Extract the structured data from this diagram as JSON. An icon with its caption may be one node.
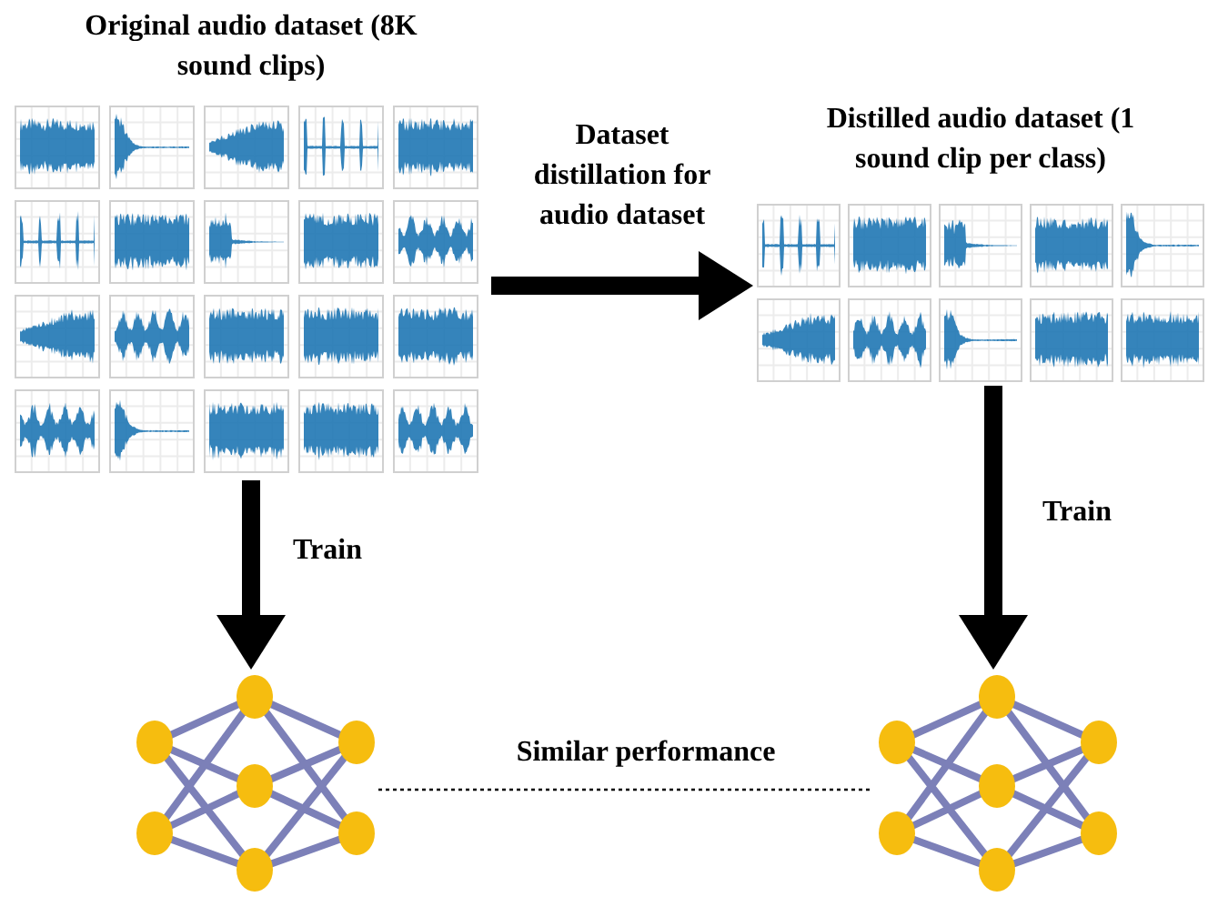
{
  "diagram": {
    "nodes": [
      {
        "text": [
          "Original audio dataset (8K sound clips)"
        ]
      },
      {
        "text": [
          "Distilled audio dataset (1 sound clip per class)"
        ]
      },
      {
        "text": [],
        "shape": "picture"
      },
      {
        "text": [],
        "shape": "picture"
      }
    ],
    "edges": [
      {
        "from": 0,
        "to": 1,
        "arrow": "to",
        "label": "Dataset distillation for audio dataset"
      },
      {
        "from": 0,
        "to": 2,
        "arrow": "to",
        "label": "Train"
      },
      {
        "from": 1,
        "to": 3,
        "arrow": "to",
        "label": "Train"
      },
      {
        "from": 2,
        "to": 3,
        "arrow": "none",
        "label": "Similar performance",
        "style": "dashed"
      }
    ]
  }
}
